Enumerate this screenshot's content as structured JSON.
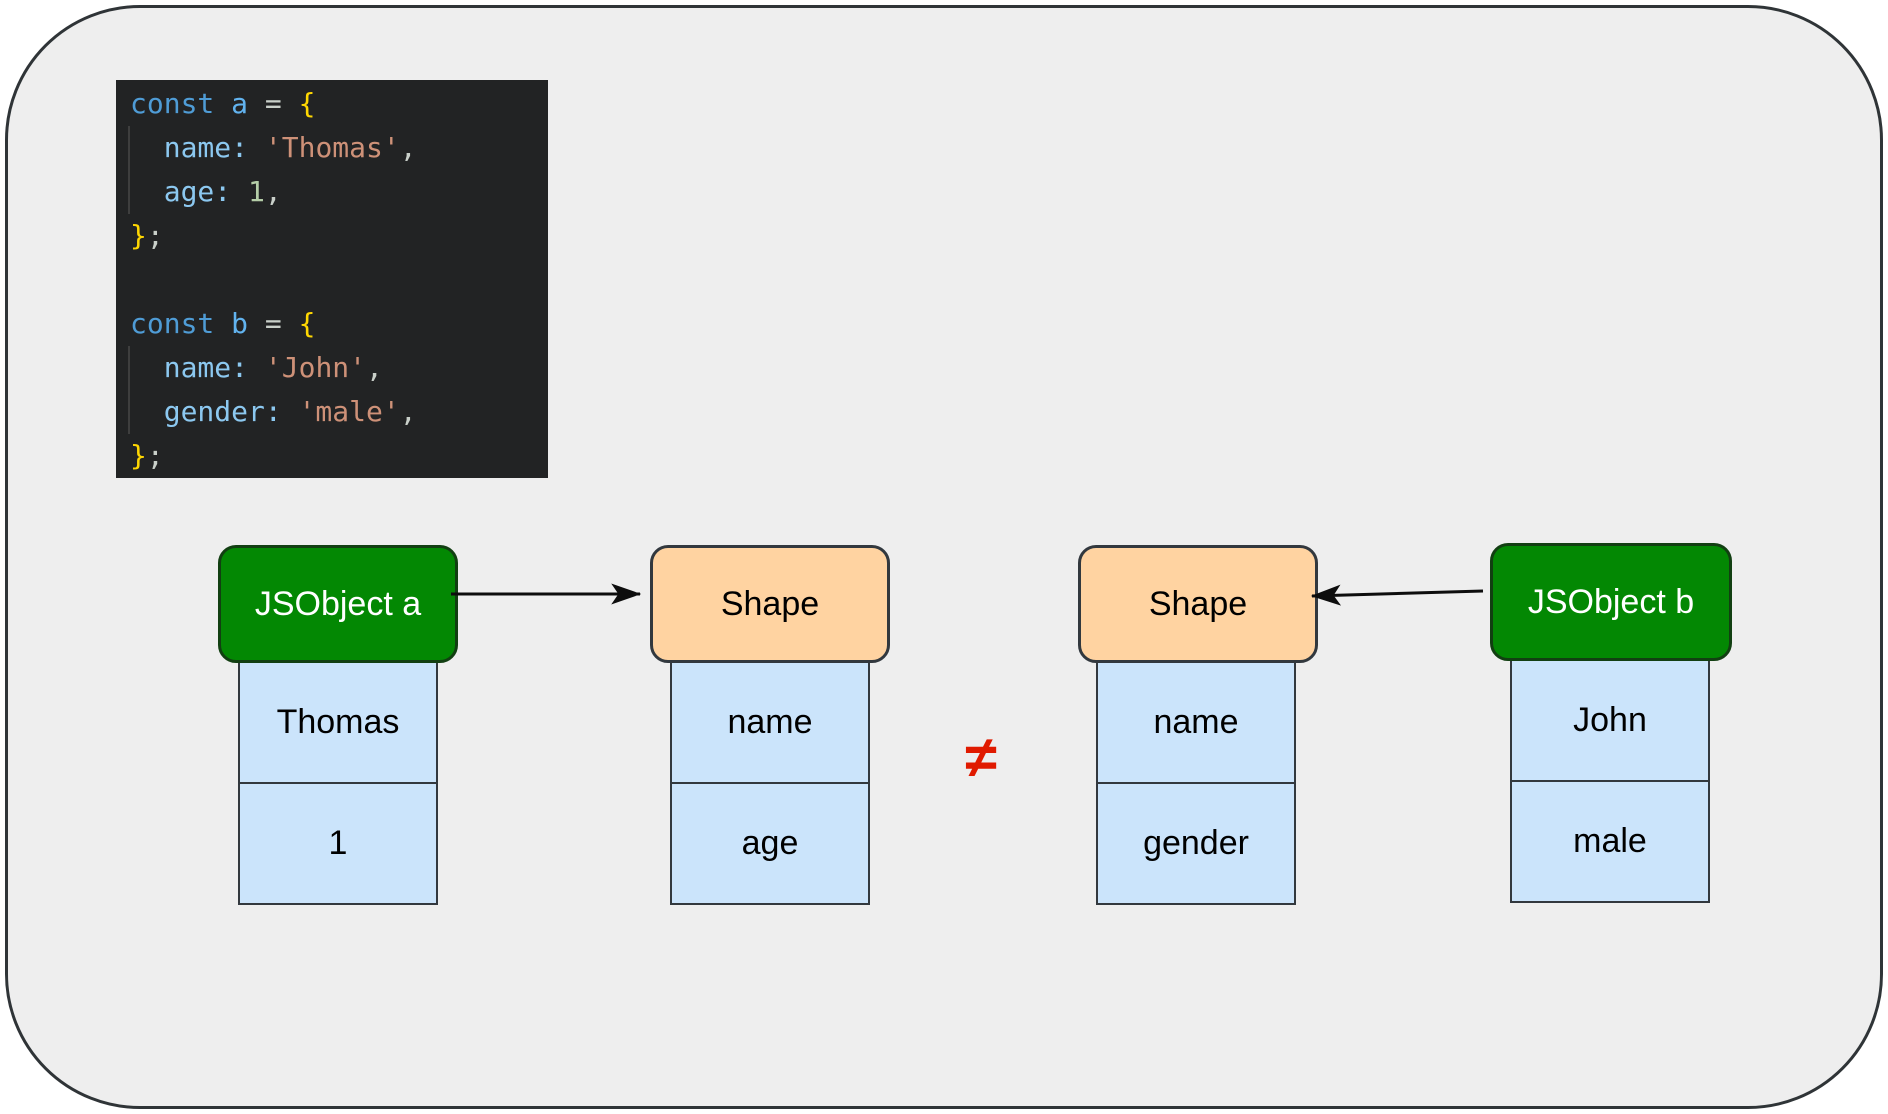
{
  "code_block": {
    "lines": [
      {
        "tokens": [
          {
            "type": "keyword",
            "text": "const "
          },
          {
            "type": "variable",
            "text": "a"
          },
          {
            "type": "punct",
            "text": " = "
          },
          {
            "type": "brace",
            "text": "{"
          }
        ]
      },
      {
        "tokens": [
          {
            "type": "property",
            "text": "  name:"
          },
          {
            "type": "punct",
            "text": " "
          },
          {
            "type": "string",
            "text": "'Thomas'"
          },
          {
            "type": "punct",
            "text": ","
          }
        ]
      },
      {
        "tokens": [
          {
            "type": "property",
            "text": "  age:"
          },
          {
            "type": "punct",
            "text": " "
          },
          {
            "type": "number",
            "text": "1"
          },
          {
            "type": "punct",
            "text": ","
          }
        ]
      },
      {
        "tokens": [
          {
            "type": "brace",
            "text": "}"
          },
          {
            "type": "punct",
            "text": ";"
          }
        ]
      },
      {
        "tokens": []
      },
      {
        "tokens": [
          {
            "type": "keyword",
            "text": "const "
          },
          {
            "type": "variable",
            "text": "b"
          },
          {
            "type": "punct",
            "text": " = "
          },
          {
            "type": "brace",
            "text": "{"
          }
        ]
      },
      {
        "tokens": [
          {
            "type": "property",
            "text": "  name:"
          },
          {
            "type": "punct",
            "text": " "
          },
          {
            "type": "string",
            "text": "'John'"
          },
          {
            "type": "punct",
            "text": ","
          }
        ]
      },
      {
        "tokens": [
          {
            "type": "property",
            "text": "  gender:"
          },
          {
            "type": "punct",
            "text": " "
          },
          {
            "type": "string",
            "text": "'male'"
          },
          {
            "type": "punct",
            "text": ","
          }
        ]
      },
      {
        "tokens": [
          {
            "type": "brace",
            "text": "}"
          },
          {
            "type": "punct",
            "text": ";"
          }
        ]
      }
    ]
  },
  "diagram": {
    "not_equal": "≠",
    "groups": [
      {
        "header": "JSObject a",
        "kind": "js-object",
        "cells": [
          "Thomas",
          "1"
        ]
      },
      {
        "header": "Shape",
        "kind": "shape",
        "cells": [
          "name",
          "age"
        ]
      },
      {
        "header": "Shape",
        "kind": "shape",
        "cells": [
          "name",
          "gender"
        ]
      },
      {
        "header": "JSObject b",
        "kind": "js-object",
        "cells": [
          "John",
          "male"
        ]
      }
    ]
  },
  "colors": {
    "container_bg": "#eeeeee",
    "container_border": "#2f3437",
    "code_bg": "#222324",
    "object_box_green": "#038803",
    "shape_box_orange": "#ffd3a1",
    "value_cell_blue": "#cbe4fb",
    "not_equal_red": "#e01a00",
    "arrow_black": "#0d0d0d"
  }
}
